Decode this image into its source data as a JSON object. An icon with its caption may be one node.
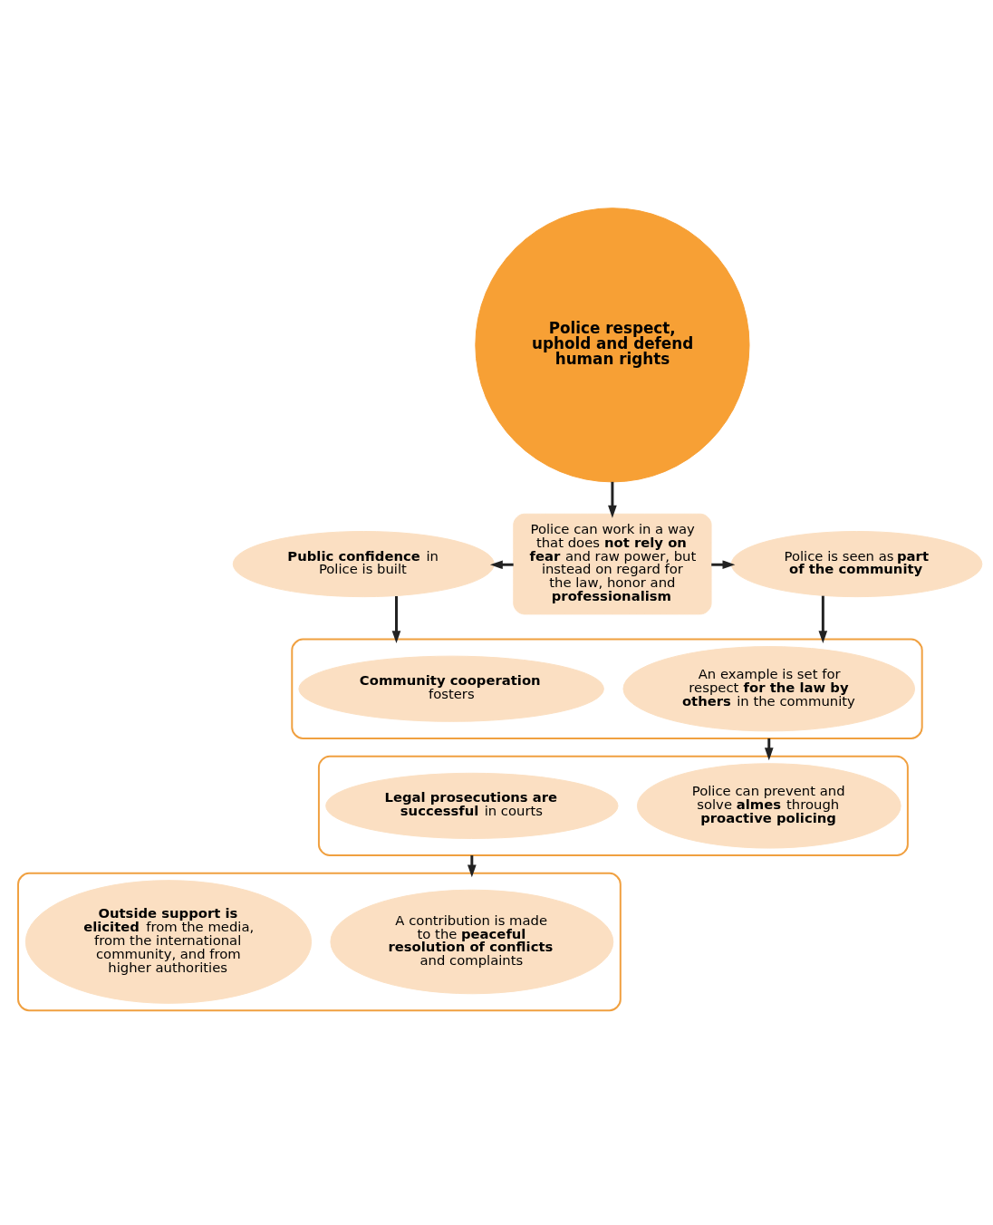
{
  "diagram": {
    "nodes": [
      {
        "text": [
          "Police respect, uphold and defend human rights"
        ]
      },
      {
        "text": [
          "Police can work in a way that does **not rely on fear** and raw power, but instead on regard for the law, honor and **professionalism**"
        ]
      },
      {
        "text": [
          "**Public confidence** in Police is built"
        ]
      },
      {
        "text": [
          "Police is seen as **part of the community**"
        ]
      },
      {
        "text": [],
        "shape": "box"
      },
      {
        "text": [
          "**Community cooperation** fosters"
        ],
        "in": 4
      },
      {
        "text": [
          "An example is set for respect **for the law by others** in the community"
        ],
        "in": 4
      },
      {
        "text": [],
        "shape": "box"
      },
      {
        "text": [
          "Police can prevent and solve **almes** through **proactive policing**"
        ],
        "in": 7
      },
      {
        "text": [
          "**Legal prosecutions are successful** in courts"
        ],
        "in": 7
      },
      {
        "text": [],
        "shape": "box"
      },
      {
        "text": [
          "A contribution is made to the **peaceful resolution of conflicts** and complaints"
        ],
        "in": 10
      },
      {
        "text": [
          "**Outside support is elicited** from the media, from the international community, and from higher authorities"
        ],
        "in": 10
      }
    ],
    "edges": [
      {
        "from": 0,
        "to": 1,
        "arrow": "to"
      },
      {
        "from": 1,
        "to": 2,
        "arrow": "to"
      },
      {
        "from": 1,
        "to": 3,
        "arrow": "to"
      },
      {
        "from": 2,
        "to": 4,
        "arrow": "to"
      },
      {
        "from": 3,
        "to": 4,
        "arrow": "to"
      },
      {
        "from": 4,
        "to": 7,
        "arrow": "to"
      },
      {
        "from": 7,
        "to": 10,
        "arrow": "to"
      }
    ]
  }
}
